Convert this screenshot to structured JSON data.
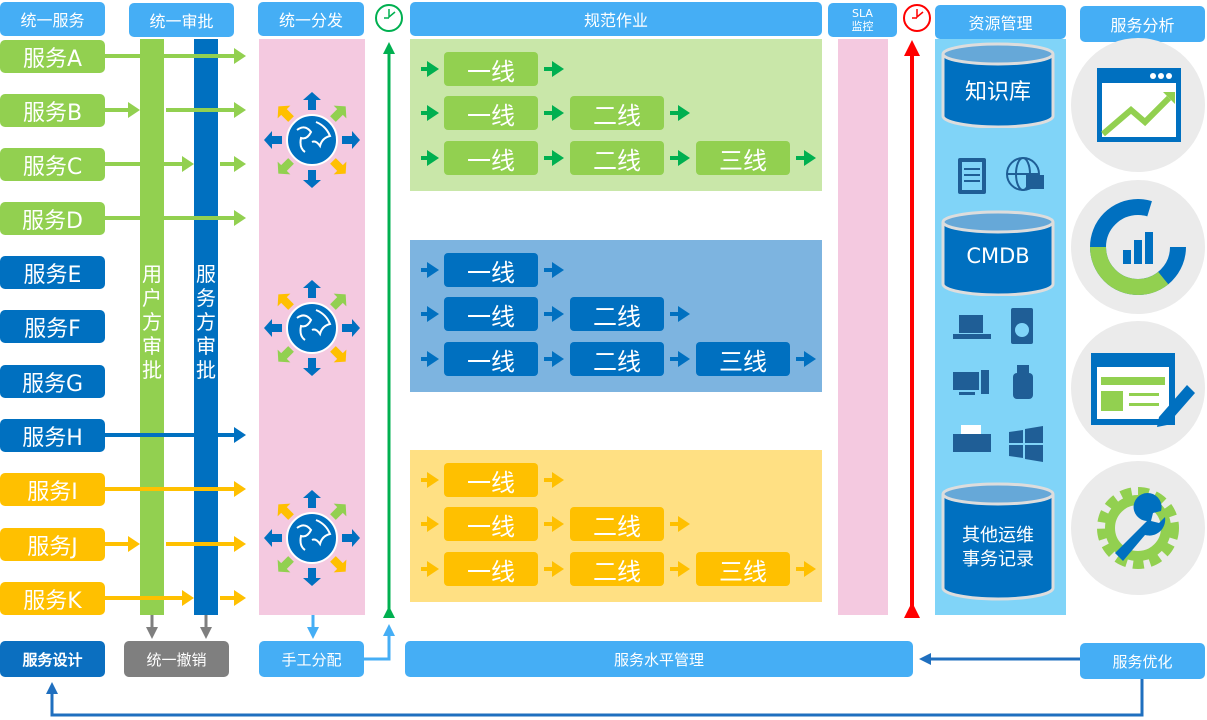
{
  "headers": {
    "unified_service": "统一服务",
    "unified_approval": "统一审批",
    "unified_dispatch": "统一分发",
    "standard_ops": "规范作业",
    "sla": "SLA",
    "sla2": "监控",
    "resource": "资源管理",
    "analysis": "服务分析"
  },
  "services": [
    {
      "label": "服务A",
      "group": "green",
      "path": "full"
    },
    {
      "label": "服务B",
      "group": "green",
      "path": "user"
    },
    {
      "label": "服务C",
      "group": "green",
      "path": "service"
    },
    {
      "label": "服务D",
      "group": "green",
      "path": "full"
    },
    {
      "label": "服务E",
      "group": "blue",
      "path": "none"
    },
    {
      "label": "服务F",
      "group": "blue",
      "path": "none"
    },
    {
      "label": "服务G",
      "group": "blue",
      "path": "none"
    },
    {
      "label": "服务H",
      "group": "blue",
      "path": "full"
    },
    {
      "label": "服务I",
      "group": "orange",
      "path": "full"
    },
    {
      "label": "服务J",
      "group": "orange",
      "path": "user"
    },
    {
      "label": "服务K",
      "group": "orange",
      "path": "service"
    }
  ],
  "approval_bars": {
    "user": "用户方审批",
    "service": "服务方审批"
  },
  "tiers": {
    "l1": "一线",
    "l2": "二线",
    "l3": "三线"
  },
  "panels": [
    {
      "color": "green"
    },
    {
      "color": "blue"
    },
    {
      "color": "orange"
    }
  ],
  "resources": {
    "kb": "知识库",
    "cmdb": "CMDB",
    "other1": "其他运维",
    "other2": "事务记录"
  },
  "bottom": {
    "design": "服务设计",
    "revoke": "统一撤销",
    "manual": "手工分配",
    "slm": "服务水平管理",
    "optimize": "服务优化"
  },
  "colors": {
    "green": "#92d050",
    "blue": "#0070c0",
    "orange": "#ffc000",
    "header": "#45aef5",
    "panel_green": "#c9e7a9",
    "panel_blue": "#7db4e0",
    "panel_orange": "#ffe083",
    "pink": "#f4c9e0",
    "resource_bg": "#80d4f8"
  }
}
